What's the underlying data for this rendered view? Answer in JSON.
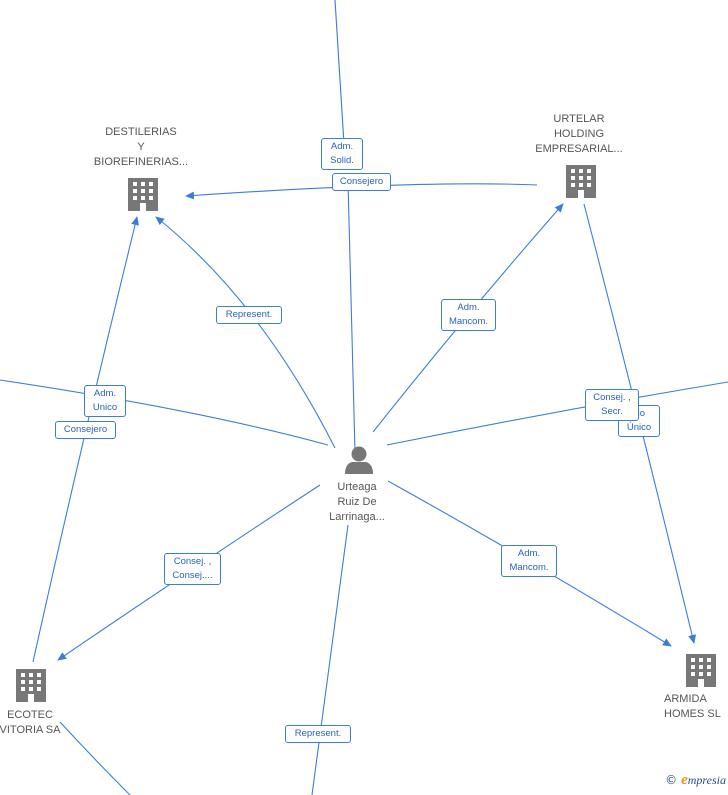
{
  "colors": {
    "edge": "#3b7fd4",
    "icon": "#777777",
    "text": "#555555"
  },
  "nodes": {
    "center": {
      "label": "Urteaga\nRuiz De\nLarrinaga...",
      "icon": "person-icon"
    },
    "destilerias": {
      "label": "DESTILERIAS\nY\nBIOREFINERIAS...",
      "icon": "building-icon"
    },
    "urtelar": {
      "label": "URTELAR\nHOLDING\nEMPRESARIAL...",
      "icon": "building-icon"
    },
    "ecotec": {
      "label": "ECOTEC\nVITORIA SA",
      "icon": "building-icon"
    },
    "armida": {
      "label": "ARMIDA\nHOMES  SL",
      "icon": "building-icon"
    }
  },
  "edge_labels": {
    "adm_solid": "Adm.\nSolid.",
    "consejero_top": "Consejero",
    "represent_left": "Represent.",
    "adm_mancom_top": "Adm.\nMancom.",
    "adm_unico": "Adm.\nUnico",
    "consejero_left": "Consejero",
    "consej_secr": "Consej. ,\nSecr.",
    "socio_unico": "cio\nÚnico",
    "consej_consej": "Consej. ,\nConsej....",
    "adm_mancom_bottom": "Adm.\nMancom.",
    "represent_bottom": "Represent."
  },
  "footer": {
    "copyright": "©",
    "brand_initial": "e",
    "brand_rest": "mpresia"
  }
}
